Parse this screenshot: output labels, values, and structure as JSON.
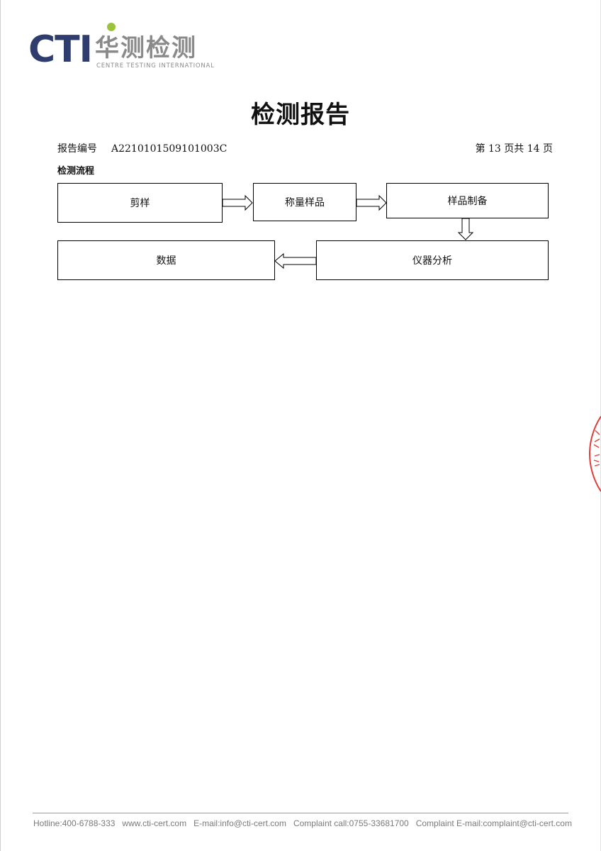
{
  "logo": {
    "cti": "CTI",
    "chinese": "华测检测",
    "english": "CENTRE TESTING INTERNATIONAL"
  },
  "title": "检测报告",
  "report": {
    "number_label": "报告编号",
    "number": "A2210101509101003C",
    "page_info": "第 13 页共 14 页"
  },
  "section": {
    "label": "检测流程"
  },
  "flow": {
    "steps": [
      "剪样",
      "称量样品",
      "样品制备",
      "仪器分析",
      "数据"
    ]
  },
  "footer": {
    "hotline": "Hotline:400-6788-333",
    "website": "www.cti-cert.com",
    "email": "E-mail:info@cti-cert.com",
    "complaint_call": "Complaint call:0755-33681700",
    "complaint_email": "Complaint E-mail:complaint@cti-cert.com"
  },
  "colors": {
    "logo_blue": "#2f3d6e",
    "logo_green": "#9ac43c",
    "logo_gray": "#8a8a8a",
    "seal_red": "#e03c3c"
  }
}
